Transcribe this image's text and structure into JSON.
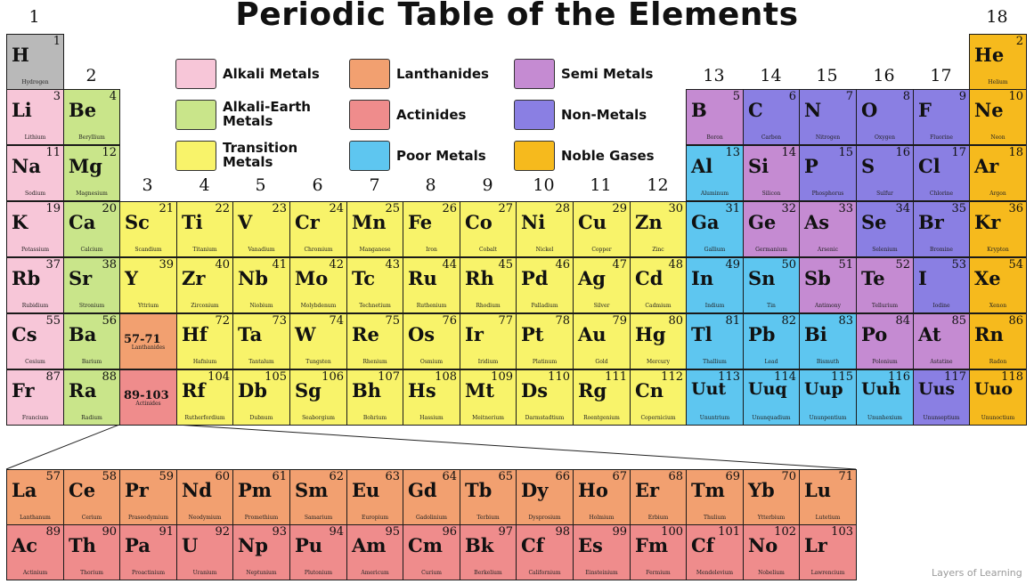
{
  "title": "Periodic Table of the Elements",
  "watermark": "Layers of Learning",
  "colors": {
    "alkali": "#f7c6d8",
    "alkaline": "#c9e58a",
    "transition": "#f8f36a",
    "lanthanide": "#f2a070",
    "actinide": "#ef8c8c",
    "poor": "#5ec6f0",
    "semi": "#c58bd2",
    "nonmetal": "#8a7fe3",
    "noble": "#f6ba1d",
    "hydrogen": "#b9b9b9"
  },
  "legend": [
    {
      "label": "Alkali Metals",
      "color": "alkali"
    },
    {
      "label": "Alkali-Earth\nMetals",
      "color": "alkaline"
    },
    {
      "label": "Transition\n        Metals",
      "color": "transition"
    },
    {
      "label": "Lanthanides",
      "color": "lanthanide"
    },
    {
      "label": "Actinides",
      "color": "actinide"
    },
    {
      "label": "Poor Metals",
      "color": "poor"
    },
    {
      "label": "Semi Metals",
      "color": "semi"
    },
    {
      "label": "Non-Metals",
      "color": "nonmetal"
    },
    {
      "label": "Noble Gases",
      "color": "noble"
    }
  ],
  "groups": [
    "1",
    "2",
    "3",
    "4",
    "5",
    "6",
    "7",
    "8",
    "9",
    "10",
    "11",
    "12",
    "13",
    "14",
    "15",
    "16",
    "17",
    "18"
  ],
  "elements": [
    {
      "s": "H",
      "n": "1",
      "nm": "Hydrogen",
      "r": 1,
      "c": 1,
      "t": "hydrogen"
    },
    {
      "s": "He",
      "n": "2",
      "nm": "Helium",
      "r": 1,
      "c": 18,
      "t": "noble"
    },
    {
      "s": "Li",
      "n": "3",
      "nm": "Lithium",
      "r": 2,
      "c": 1,
      "t": "alkali"
    },
    {
      "s": "Be",
      "n": "4",
      "nm": "Beryllium",
      "r": 2,
      "c": 2,
      "t": "alkaline"
    },
    {
      "s": "B",
      "n": "5",
      "nm": "Boron",
      "r": 2,
      "c": 13,
      "t": "semi"
    },
    {
      "s": "C",
      "n": "6",
      "nm": "Carbon",
      "r": 2,
      "c": 14,
      "t": "nonmetal"
    },
    {
      "s": "N",
      "n": "7",
      "nm": "Nitrogen",
      "r": 2,
      "c": 15,
      "t": "nonmetal"
    },
    {
      "s": "O",
      "n": "8",
      "nm": "Oxygen",
      "r": 2,
      "c": 16,
      "t": "nonmetal"
    },
    {
      "s": "F",
      "n": "9",
      "nm": "Fluorine",
      "r": 2,
      "c": 17,
      "t": "nonmetal"
    },
    {
      "s": "Ne",
      "n": "10",
      "nm": "Neon",
      "r": 2,
      "c": 18,
      "t": "noble"
    },
    {
      "s": "Na",
      "n": "11",
      "nm": "Sodium",
      "r": 3,
      "c": 1,
      "t": "alkali"
    },
    {
      "s": "Mg",
      "n": "12",
      "nm": "Magnesium",
      "r": 3,
      "c": 2,
      "t": "alkaline"
    },
    {
      "s": "Al",
      "n": "13",
      "nm": "Aluminum",
      "r": 3,
      "c": 13,
      "t": "poor"
    },
    {
      "s": "Si",
      "n": "14",
      "nm": "Silicon",
      "r": 3,
      "c": 14,
      "t": "semi"
    },
    {
      "s": "P",
      "n": "15",
      "nm": "Phosphorus",
      "r": 3,
      "c": 15,
      "t": "nonmetal"
    },
    {
      "s": "S",
      "n": "16",
      "nm": "Sulfur",
      "r": 3,
      "c": 16,
      "t": "nonmetal"
    },
    {
      "s": "Cl",
      "n": "17",
      "nm": "Chlorine",
      "r": 3,
      "c": 17,
      "t": "nonmetal"
    },
    {
      "s": "Ar",
      "n": "18",
      "nm": "Argon",
      "r": 3,
      "c": 18,
      "t": "noble"
    },
    {
      "s": "K",
      "n": "19",
      "nm": "Potassium",
      "r": 4,
      "c": 1,
      "t": "alkali"
    },
    {
      "s": "Ca",
      "n": "20",
      "nm": "Calcium",
      "r": 4,
      "c": 2,
      "t": "alkaline"
    },
    {
      "s": "Sc",
      "n": "21",
      "nm": "Scandium",
      "r": 4,
      "c": 3,
      "t": "transition"
    },
    {
      "s": "Ti",
      "n": "22",
      "nm": "Titanium",
      "r": 4,
      "c": 4,
      "t": "transition"
    },
    {
      "s": "V",
      "n": "23",
      "nm": "Vanadium",
      "r": 4,
      "c": 5,
      "t": "transition"
    },
    {
      "s": "Cr",
      "n": "24",
      "nm": "Chromium",
      "r": 4,
      "c": 6,
      "t": "transition"
    },
    {
      "s": "Mn",
      "n": "25",
      "nm": "Manganese",
      "r": 4,
      "c": 7,
      "t": "transition"
    },
    {
      "s": "Fe",
      "n": "26",
      "nm": "Iron",
      "r": 4,
      "c": 8,
      "t": "transition"
    },
    {
      "s": "Co",
      "n": "27",
      "nm": "Cobalt",
      "r": 4,
      "c": 9,
      "t": "transition"
    },
    {
      "s": "Ni",
      "n": "28",
      "nm": "Nickel",
      "r": 4,
      "c": 10,
      "t": "transition"
    },
    {
      "s": "Cu",
      "n": "29",
      "nm": "Copper",
      "r": 4,
      "c": 11,
      "t": "transition"
    },
    {
      "s": "Zn",
      "n": "30",
      "nm": "Zinc",
      "r": 4,
      "c": 12,
      "t": "transition"
    },
    {
      "s": "Ga",
      "n": "31",
      "nm": "Gallium",
      "r": 4,
      "c": 13,
      "t": "poor"
    },
    {
      "s": "Ge",
      "n": "32",
      "nm": "Germanium",
      "r": 4,
      "c": 14,
      "t": "semi"
    },
    {
      "s": "As",
      "n": "33",
      "nm": "Arsenic",
      "r": 4,
      "c": 15,
      "t": "semi"
    },
    {
      "s": "Se",
      "n": "34",
      "nm": "Selenium",
      "r": 4,
      "c": 16,
      "t": "nonmetal"
    },
    {
      "s": "Br",
      "n": "35",
      "nm": "Bromine",
      "r": 4,
      "c": 17,
      "t": "nonmetal"
    },
    {
      "s": "Kr",
      "n": "36",
      "nm": "Krypton",
      "r": 4,
      "c": 18,
      "t": "noble"
    },
    {
      "s": "Rb",
      "n": "37",
      "nm": "Rubidium",
      "r": 5,
      "c": 1,
      "t": "alkali"
    },
    {
      "s": "Sr",
      "n": "38",
      "nm": "Stronium",
      "r": 5,
      "c": 2,
      "t": "alkaline"
    },
    {
      "s": "Y",
      "n": "39",
      "nm": "Yttrium",
      "r": 5,
      "c": 3,
      "t": "transition"
    },
    {
      "s": "Zr",
      "n": "40",
      "nm": "Zirconium",
      "r": 5,
      "c": 4,
      "t": "transition"
    },
    {
      "s": "Nb",
      "n": "41",
      "nm": "Niobium",
      "r": 5,
      "c": 5,
      "t": "transition"
    },
    {
      "s": "Mo",
      "n": "42",
      "nm": "Molybdenum",
      "r": 5,
      "c": 6,
      "t": "transition"
    },
    {
      "s": "Tc",
      "n": "43",
      "nm": "Technetium",
      "r": 5,
      "c": 7,
      "t": "transition"
    },
    {
      "s": "Ru",
      "n": "44",
      "nm": "Ruthenium",
      "r": 5,
      "c": 8,
      "t": "transition"
    },
    {
      "s": "Rh",
      "n": "45",
      "nm": "Rhodium",
      "r": 5,
      "c": 9,
      "t": "transition"
    },
    {
      "s": "Pd",
      "n": "46",
      "nm": "Palladium",
      "r": 5,
      "c": 10,
      "t": "transition"
    },
    {
      "s": "Ag",
      "n": "47",
      "nm": "Silver",
      "r": 5,
      "c": 11,
      "t": "transition"
    },
    {
      "s": "Cd",
      "n": "48",
      "nm": "Cadmium",
      "r": 5,
      "c": 12,
      "t": "transition"
    },
    {
      "s": "In",
      "n": "49",
      "nm": "Indium",
      "r": 5,
      "c": 13,
      "t": "poor"
    },
    {
      "s": "Sn",
      "n": "50",
      "nm": "Tin",
      "r": 5,
      "c": 14,
      "t": "poor"
    },
    {
      "s": "Sb",
      "n": "51",
      "nm": "Antimony",
      "r": 5,
      "c": 15,
      "t": "semi"
    },
    {
      "s": "Te",
      "n": "52",
      "nm": "Tellurium",
      "r": 5,
      "c": 16,
      "t": "semi"
    },
    {
      "s": "I",
      "n": "53",
      "nm": "Iodine",
      "r": 5,
      "c": 17,
      "t": "nonmetal"
    },
    {
      "s": "Xe",
      "n": "54",
      "nm": "Xenon",
      "r": 5,
      "c": 18,
      "t": "noble"
    },
    {
      "s": "Cs",
      "n": "55",
      "nm": "Cesium",
      "r": 6,
      "c": 1,
      "t": "alkali"
    },
    {
      "s": "Ba",
      "n": "56",
      "nm": "Barium",
      "r": 6,
      "c": 2,
      "t": "alkaline"
    },
    {
      "s": "57-71",
      "n": "",
      "nm": "Lanthanides",
      "r": 6,
      "c": 3,
      "t": "lanthanide",
      "ph": true
    },
    {
      "s": "Hf",
      "n": "72",
      "nm": "Hafnium",
      "r": 6,
      "c": 4,
      "t": "transition"
    },
    {
      "s": "Ta",
      "n": "73",
      "nm": "Tantalum",
      "r": 6,
      "c": 5,
      "t": "transition"
    },
    {
      "s": "W",
      "n": "74",
      "nm": "Tungsten",
      "r": 6,
      "c": 6,
      "t": "transition"
    },
    {
      "s": "Re",
      "n": "75",
      "nm": "Rhenium",
      "r": 6,
      "c": 7,
      "t": "transition"
    },
    {
      "s": "Os",
      "n": "76",
      "nm": "Osmium",
      "r": 6,
      "c": 8,
      "t": "transition"
    },
    {
      "s": "Ir",
      "n": "77",
      "nm": "Iridium",
      "r": 6,
      "c": 9,
      "t": "transition"
    },
    {
      "s": "Pt",
      "n": "78",
      "nm": "Platinum",
      "r": 6,
      "c": 10,
      "t": "transition"
    },
    {
      "s": "Au",
      "n": "79",
      "nm": "Gold",
      "r": 6,
      "c": 11,
      "t": "transition"
    },
    {
      "s": "Hg",
      "n": "80",
      "nm": "Mercury",
      "r": 6,
      "c": 12,
      "t": "transition"
    },
    {
      "s": "Tl",
      "n": "81",
      "nm": "Thallium",
      "r": 6,
      "c": 13,
      "t": "poor"
    },
    {
      "s": "Pb",
      "n": "82",
      "nm": "Lead",
      "r": 6,
      "c": 14,
      "t": "poor"
    },
    {
      "s": "Bi",
      "n": "83",
      "nm": "Bismuth",
      "r": 6,
      "c": 15,
      "t": "poor"
    },
    {
      "s": "Po",
      "n": "84",
      "nm": "Polonium",
      "r": 6,
      "c": 16,
      "t": "semi"
    },
    {
      "s": "At",
      "n": "85",
      "nm": "Astatine",
      "r": 6,
      "c": 17,
      "t": "semi"
    },
    {
      "s": "Rn",
      "n": "86",
      "nm": "Radon",
      "r": 6,
      "c": 18,
      "t": "noble"
    },
    {
      "s": "Fr",
      "n": "87",
      "nm": "Francium",
      "r": 7,
      "c": 1,
      "t": "alkali"
    },
    {
      "s": "Ra",
      "n": "88",
      "nm": "Radium",
      "r": 7,
      "c": 2,
      "t": "alkaline"
    },
    {
      "s": "89-103",
      "n": "",
      "nm": "Actinides",
      "r": 7,
      "c": 3,
      "t": "actinide",
      "ph": true
    },
    {
      "s": "Rf",
      "n": "104",
      "nm": "Rutherfordium",
      "r": 7,
      "c": 4,
      "t": "transition"
    },
    {
      "s": "Db",
      "n": "105",
      "nm": "Dubnum",
      "r": 7,
      "c": 5,
      "t": "transition"
    },
    {
      "s": "Sg",
      "n": "106",
      "nm": "Seaborgium",
      "r": 7,
      "c": 6,
      "t": "transition"
    },
    {
      "s": "Bh",
      "n": "107",
      "nm": "Bohrium",
      "r": 7,
      "c": 7,
      "t": "transition"
    },
    {
      "s": "Hs",
      "n": "108",
      "nm": "Hassium",
      "r": 7,
      "c": 8,
      "t": "transition"
    },
    {
      "s": "Mt",
      "n": "109",
      "nm": "Meitnerium",
      "r": 7,
      "c": 9,
      "t": "transition"
    },
    {
      "s": "Ds",
      "n": "110",
      "nm": "Darmstadtium",
      "r": 7,
      "c": 10,
      "t": "transition"
    },
    {
      "s": "Rg",
      "n": "111",
      "nm": "Roentgenium",
      "r": 7,
      "c": 11,
      "t": "transition"
    },
    {
      "s": "Cn",
      "n": "112",
      "nm": "Copernicium",
      "r": 7,
      "c": 12,
      "t": "transition"
    },
    {
      "s": "Uut",
      "n": "113",
      "nm": "Ununtrium",
      "r": 7,
      "c": 13,
      "t": "poor"
    },
    {
      "s": "Uuq",
      "n": "114",
      "nm": "Ununquadium",
      "r": 7,
      "c": 14,
      "t": "poor"
    },
    {
      "s": "Uup",
      "n": "115",
      "nm": "Ununpentium",
      "r": 7,
      "c": 15,
      "t": "poor"
    },
    {
      "s": "Uuh",
      "n": "116",
      "nm": "Ununhexium",
      "r": 7,
      "c": 16,
      "t": "poor"
    },
    {
      "s": "Uus",
      "n": "117",
      "nm": "Ununseptium",
      "r": 7,
      "c": 17,
      "t": "nonmetal"
    },
    {
      "s": "Uuo",
      "n": "118",
      "nm": "Ununoctium",
      "r": 7,
      "c": 18,
      "t": "noble"
    },
    {
      "s": "La",
      "n": "57",
      "nm": "Lanthanum",
      "r": 9,
      "c": 1,
      "t": "lanthanide"
    },
    {
      "s": "Ce",
      "n": "58",
      "nm": "Cerium",
      "r": 9,
      "c": 2,
      "t": "lanthanide"
    },
    {
      "s": "Pr",
      "n": "59",
      "nm": "Praseodymium",
      "r": 9,
      "c": 3,
      "t": "lanthanide"
    },
    {
      "s": "Nd",
      "n": "60",
      "nm": "Neodymium",
      "r": 9,
      "c": 4,
      "t": "lanthanide"
    },
    {
      "s": "Pm",
      "n": "61",
      "nm": "Promethium",
      "r": 9,
      "c": 5,
      "t": "lanthanide"
    },
    {
      "s": "Sm",
      "n": "62",
      "nm": "Samarium",
      "r": 9,
      "c": 6,
      "t": "lanthanide"
    },
    {
      "s": "Eu",
      "n": "63",
      "nm": "Europium",
      "r": 9,
      "c": 7,
      "t": "lanthanide"
    },
    {
      "s": "Gd",
      "n": "64",
      "nm": "Gadolinium",
      "r": 9,
      "c": 8,
      "t": "lanthanide"
    },
    {
      "s": "Tb",
      "n": "65",
      "nm": "Terbium",
      "r": 9,
      "c": 9,
      "t": "lanthanide"
    },
    {
      "s": "Dy",
      "n": "66",
      "nm": "Dysprosium",
      "r": 9,
      "c": 10,
      "t": "lanthanide"
    },
    {
      "s": "Ho",
      "n": "67",
      "nm": "Holmium",
      "r": 9,
      "c": 11,
      "t": "lanthanide"
    },
    {
      "s": "Er",
      "n": "68",
      "nm": "Erbium",
      "r": 9,
      "c": 12,
      "t": "lanthanide"
    },
    {
      "s": "Tm",
      "n": "69",
      "nm": "Thulium",
      "r": 9,
      "c": 13,
      "t": "lanthanide"
    },
    {
      "s": "Yb",
      "n": "70",
      "nm": "Ytterbium",
      "r": 9,
      "c": 14,
      "t": "lanthanide"
    },
    {
      "s": "Lu",
      "n": "71",
      "nm": "Lutetium",
      "r": 9,
      "c": 15,
      "t": "lanthanide"
    },
    {
      "s": "Ac",
      "n": "89",
      "nm": "Actinium",
      "r": 10,
      "c": 1,
      "t": "actinide"
    },
    {
      "s": "Th",
      "n": "90",
      "nm": "Thorium",
      "r": 10,
      "c": 2,
      "t": "actinide"
    },
    {
      "s": "Pa",
      "n": "91",
      "nm": "Proactinium",
      "r": 10,
      "c": 3,
      "t": "actinide"
    },
    {
      "s": "U",
      "n": "92",
      "nm": "Uranium",
      "r": 10,
      "c": 4,
      "t": "actinide"
    },
    {
      "s": "Np",
      "n": "93",
      "nm": "Neptunium",
      "r": 10,
      "c": 5,
      "t": "actinide"
    },
    {
      "s": "Pu",
      "n": "94",
      "nm": "Plutonium",
      "r": 10,
      "c": 6,
      "t": "actinide"
    },
    {
      "s": "Am",
      "n": "95",
      "nm": "Americum",
      "r": 10,
      "c": 7,
      "t": "actinide"
    },
    {
      "s": "Cm",
      "n": "96",
      "nm": "Curium",
      "r": 10,
      "c": 8,
      "t": "actinide"
    },
    {
      "s": "Bk",
      "n": "97",
      "nm": "Berkelium",
      "r": 10,
      "c": 9,
      "t": "actinide"
    },
    {
      "s": "Cf",
      "n": "98",
      "nm": "Californium",
      "r": 10,
      "c": 10,
      "t": "actinide"
    },
    {
      "s": "Es",
      "n": "99",
      "nm": "Einsteinium",
      "r": 10,
      "c": 11,
      "t": "actinide"
    },
    {
      "s": "Fm",
      "n": "100",
      "nm": "Fermium",
      "r": 10,
      "c": 12,
      "t": "actinide"
    },
    {
      "s": "Cf",
      "n": "101",
      "nm": "Mendelevium",
      "r": 10,
      "c": 13,
      "t": "actinide"
    },
    {
      "s": "No",
      "n": "102",
      "nm": "Nobelium",
      "r": 10,
      "c": 14,
      "t": "actinide"
    },
    {
      "s": "Lr",
      "n": "103",
      "nm": "Lawrencium",
      "r": 10,
      "c": 15,
      "t": "actinide"
    }
  ]
}
